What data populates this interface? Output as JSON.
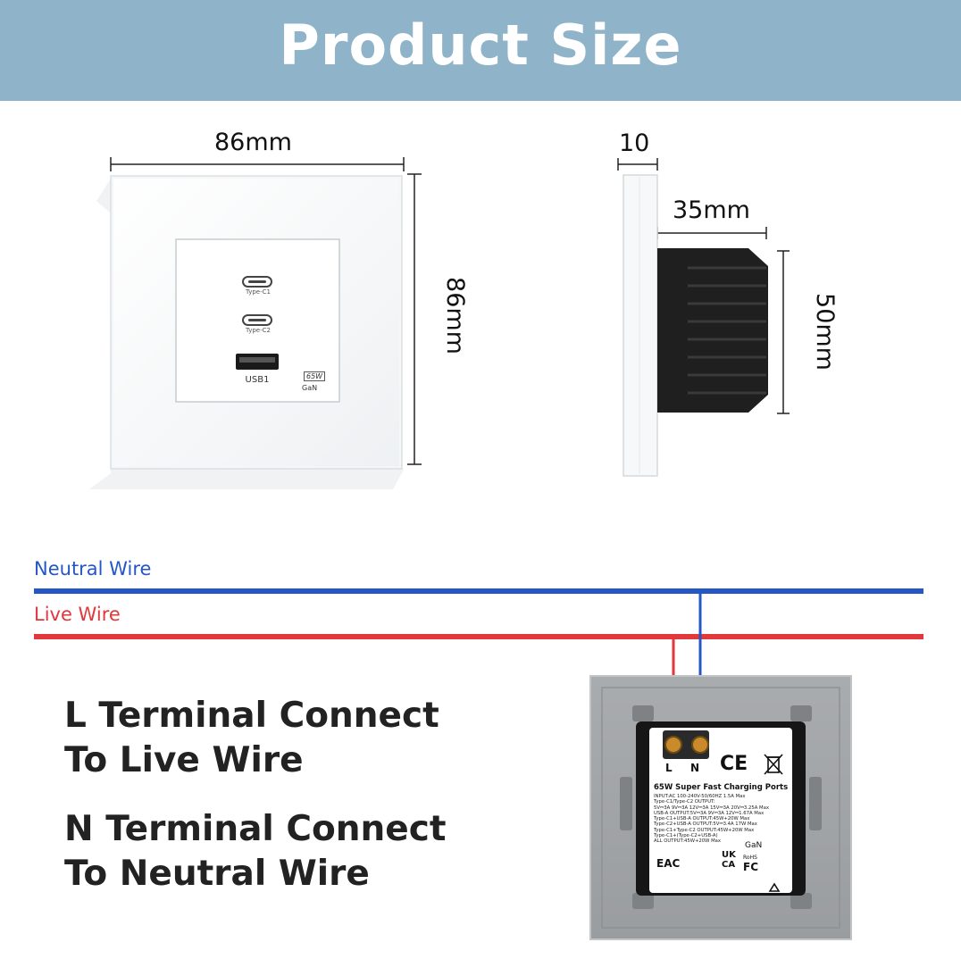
{
  "header": {
    "title": "Product Size"
  },
  "front": {
    "width_label": "86mm",
    "height_label": "86mm",
    "ports": {
      "c1": "Type-C1",
      "c2": "Type-C2",
      "usb": "USB1",
      "watt": "65W",
      "gan": "GaN"
    }
  },
  "side": {
    "depth_label": "10",
    "body_label": "35mm",
    "height_label": "50mm"
  },
  "wires": {
    "neutral_label": "Neutral Wire",
    "live_label": "Live Wire",
    "neutral_color": "#2557c4",
    "live_color": "#e2373b"
  },
  "instructions": {
    "l_line1": "L Terminal Connect",
    "l_line2": "To Live Wire",
    "n_line1": "N Terminal Connect",
    "n_line2": "To Neutral Wire"
  },
  "back": {
    "l": "L",
    "n": "N",
    "ce": "CE",
    "ukca_1": "UK",
    "ukca_2": "CA",
    "fc": "FC",
    "rohs": "RoHS",
    "eac": "EAC",
    "gan": "GaN",
    "title": "65W Super Fast Charging Ports",
    "spec_lines": [
      "INPUT:AC 100-240V-50/60HZ 1.5A Max",
      "Type-C1/Type-C2 OUTPUT:",
      "5V⎓3A 9V⎓3A 12V⎓3A 15V⎓3A 20V⎓3.25A Max",
      "USB-A OUTPUT:5V⎓3A 9V⎓3A 12V⎓1.67A Max",
      "Type-C1+USB-A OUTPUT:45W+20W Max",
      "Type-C2+USB-A OUTPUT:5V⎓3.4A 17W Max",
      "Type-C1+Type-C2 OUTPUT:45W+20W Max",
      "Type-C1+(Type-C2+USB-A)",
      "ALL OUTPUT:45W+20W Max"
    ]
  }
}
